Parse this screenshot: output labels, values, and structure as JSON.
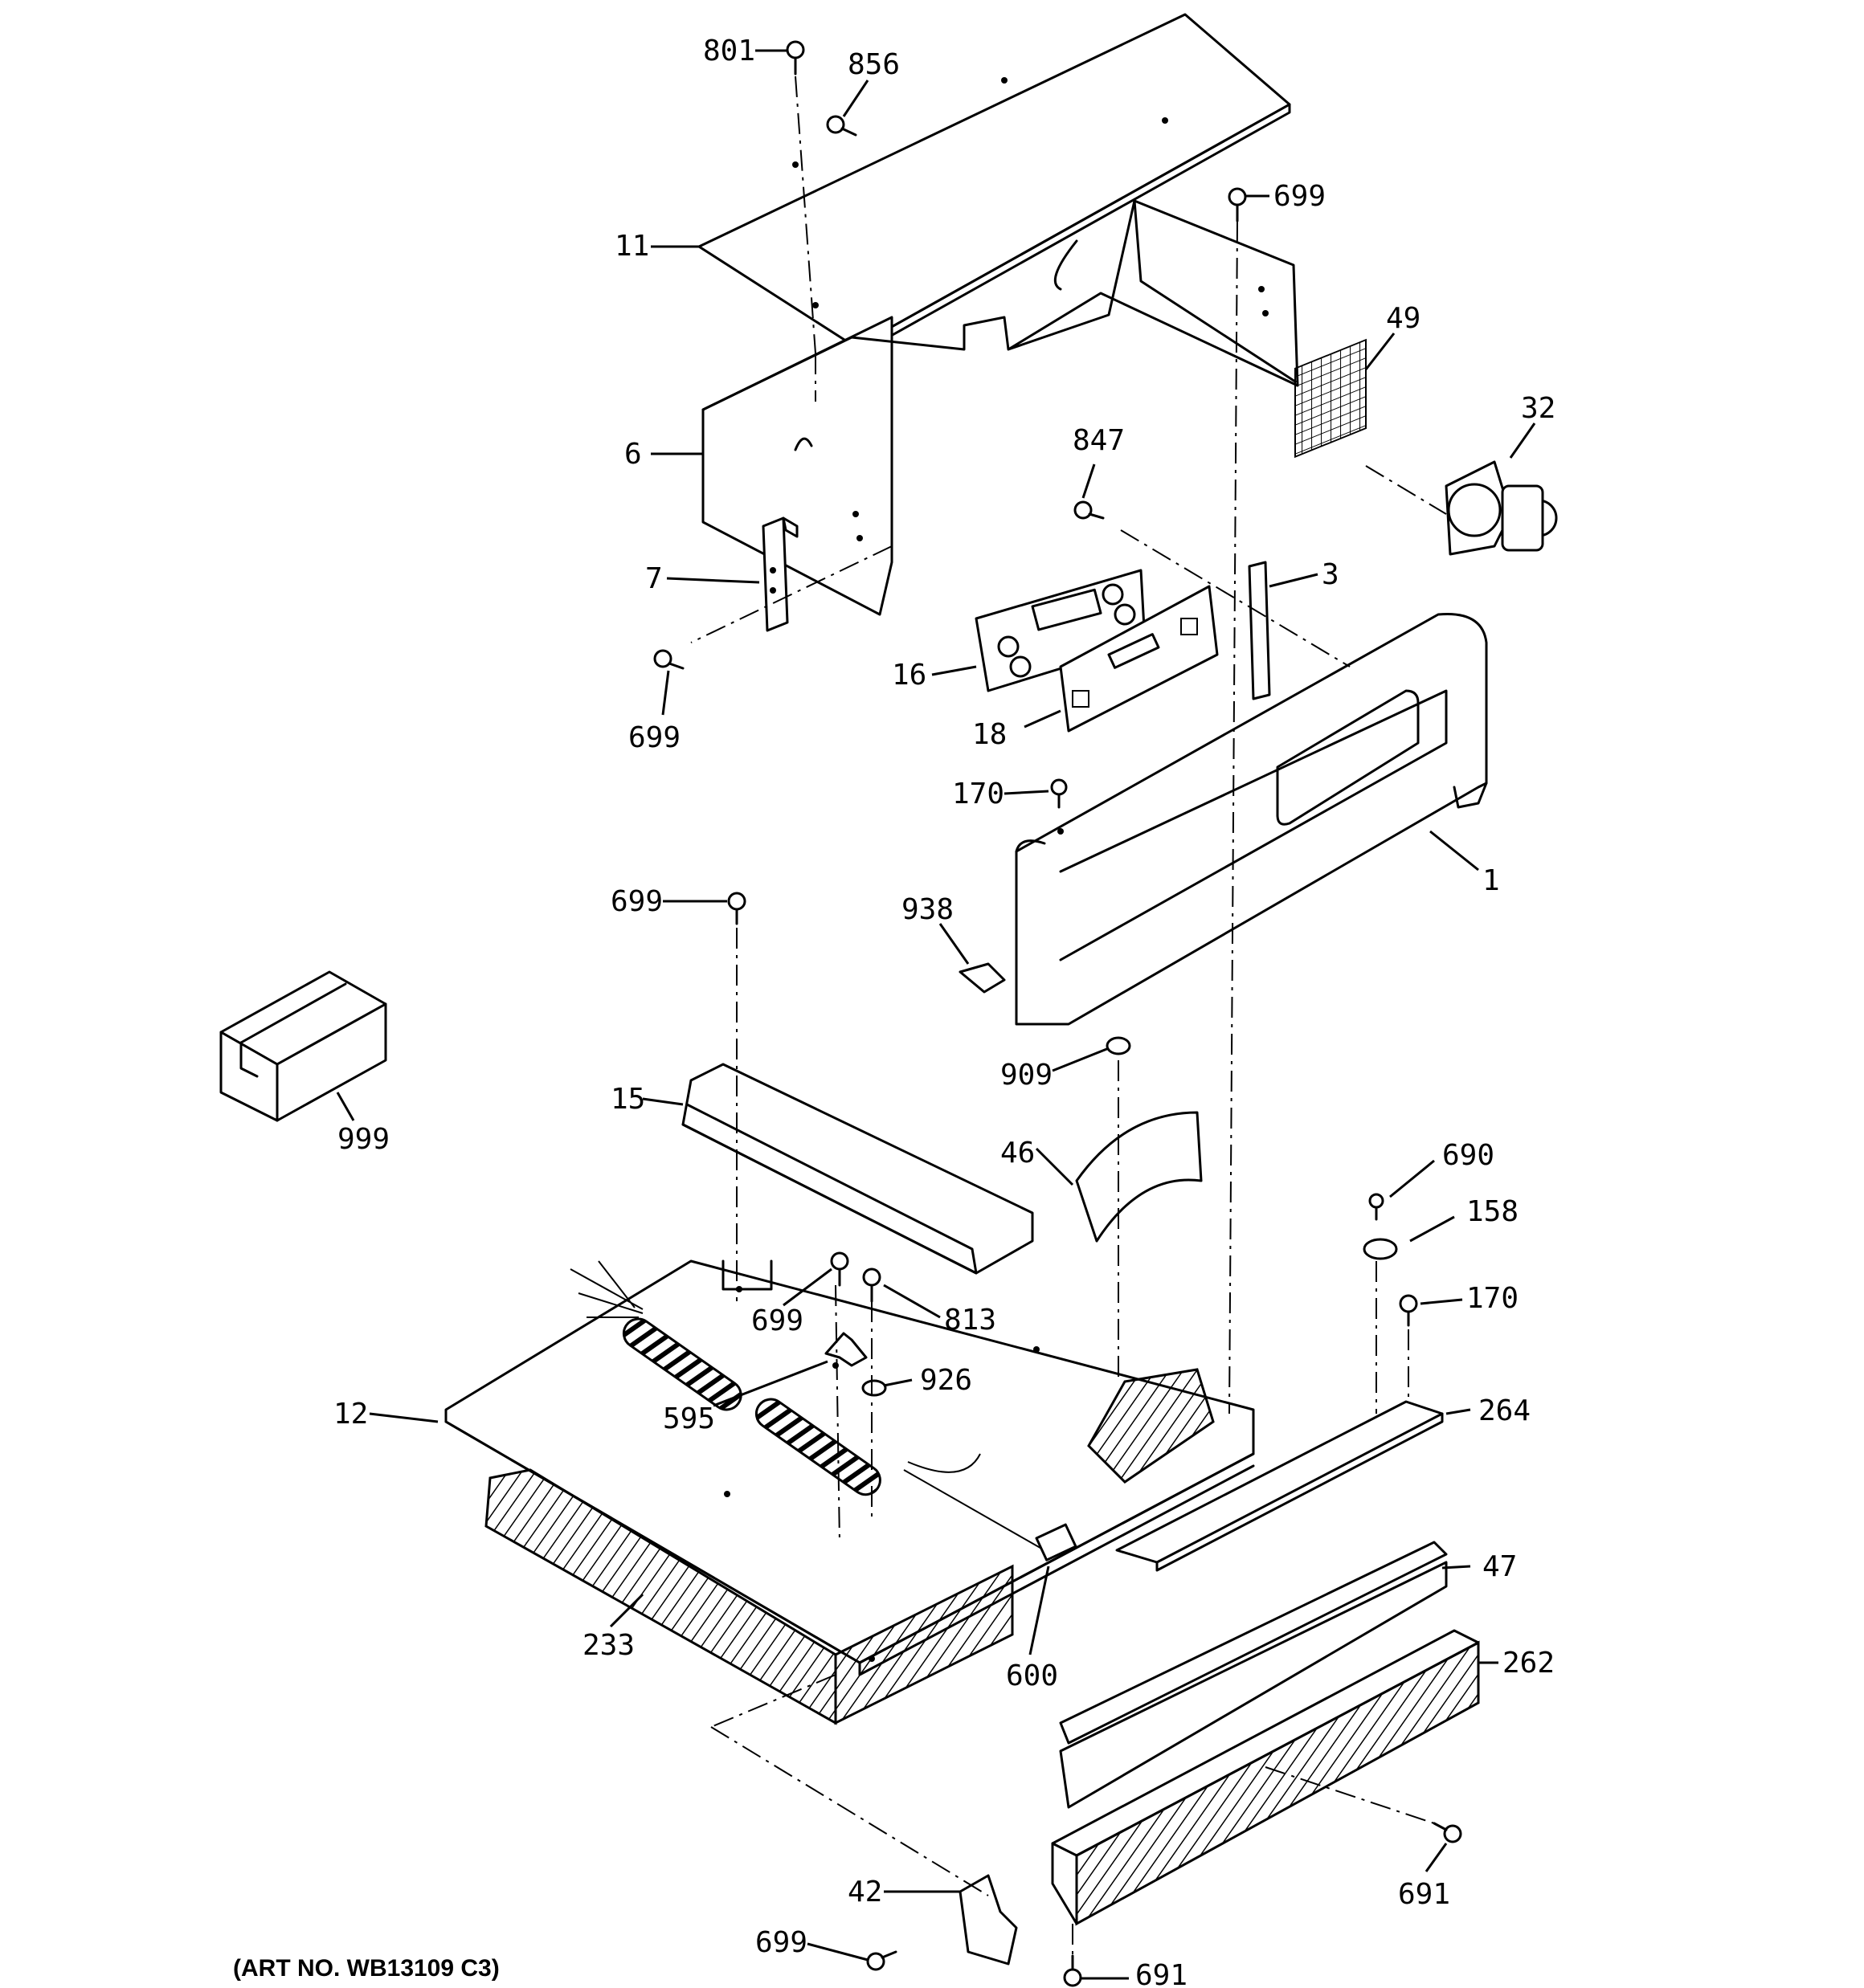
{
  "art_number": "(ART NO. WB13109 C3)",
  "callouts": {
    "c801": "801",
    "c856": "856",
    "c11": "11",
    "c699_top": "699",
    "c49": "49",
    "c32": "32",
    "c6": "6",
    "c847": "847",
    "c3": "3",
    "c7": "7",
    "c16": "16",
    "c699_left": "699",
    "c18": "18",
    "c170_top": "170",
    "c1": "1",
    "c699_mid": "699",
    "c938": "938",
    "c999": "999",
    "c909": "909",
    "c15": "15",
    "c46": "46",
    "c690": "690",
    "c158": "158",
    "c699_low": "699",
    "c813": "813",
    "c170_low": "170",
    "c926": "926",
    "c12": "12",
    "c595": "595",
    "c264": "264",
    "c47": "47",
    "c233": "233",
    "c600": "600",
    "c262": "262",
    "c691_right": "691",
    "c42": "42",
    "c699_bottom": "699",
    "c691_bottom": "691"
  }
}
